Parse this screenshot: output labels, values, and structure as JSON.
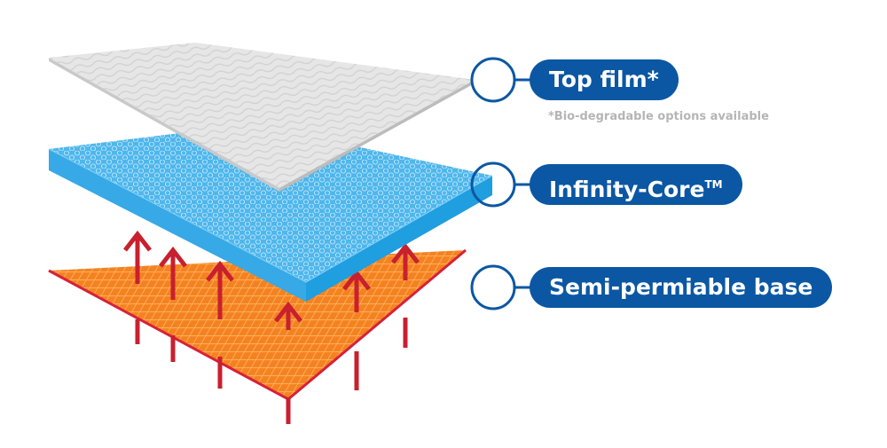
{
  "layers": [
    {
      "id": "top",
      "label": "Top film*",
      "note": "*Bio-degradable options available"
    },
    {
      "id": "core",
      "label": "Infinity-Core",
      "label_sup": "TM"
    },
    {
      "id": "base",
      "label": "Semi-permiable base"
    }
  ],
  "colors": {
    "pill": "#0b57a3",
    "top_film": "#e3e3e3",
    "core_top": "#4fb7ec",
    "core_side": "#1f9ee0",
    "base": "#f58220",
    "base_grid": "#fbb060",
    "arrow": "#c8202f",
    "note": "#b5b5b5"
  },
  "icons": [
    "up-arrow-icon",
    "connector-circle-icon"
  ]
}
